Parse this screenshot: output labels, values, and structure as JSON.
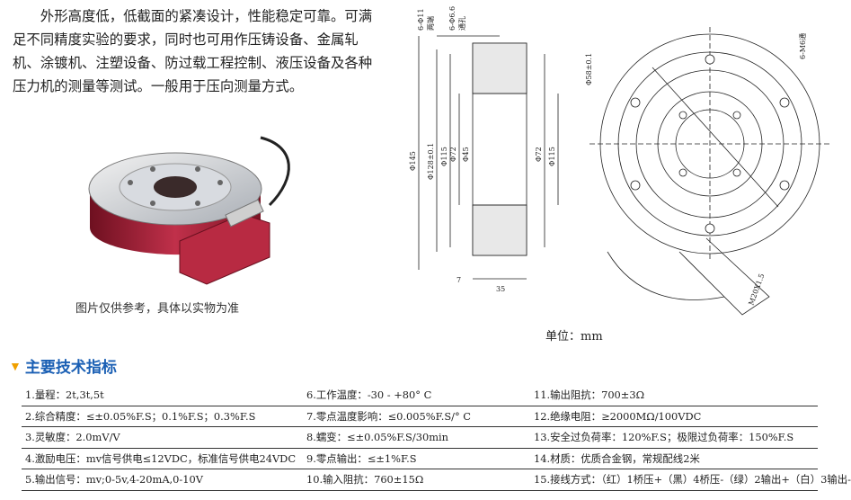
{
  "description": "外形高度低，低截面的紧凑设计，性能稳定可靠。可满足不同精度实验的要求，同时也可用作压铸设备、金属轧机、涂镀机、注塑设备、防过载工程控制、液压设备及各种压力机的测量等测试。一般用于压向测量方式。",
  "photo_caption": "图片仅供参考，具体以实物为准",
  "unit_label": "单位：mm",
  "section_title": "主要技术指标",
  "drawing": {
    "top_labels": [
      "6-Φ11",
      "两端",
      "6-Φ6.6",
      "通孔"
    ],
    "left_dims": [
      "Φ145",
      "Φ128±0.1",
      "Φ115",
      "Φ72",
      "Φ45"
    ],
    "right_dims": [
      "Φ72",
      "Φ115"
    ],
    "bottom_dims": [
      "7",
      "35"
    ],
    "circle_label": "Φ58±0.1",
    "thread_label": "6-M6通",
    "cable_label": "M20X1.5"
  },
  "specs": {
    "col1": [
      "1.量程：2t,3t,5t",
      "2.综合精度：≤±0.05%F.S；0.1%F.S；0.3%F.S",
      "3.灵敏度：2.0mV/V",
      "4.激励电压：mv信号供电≤12VDC，标准信号供电24VDC",
      "5.输出信号：mv;0-5v,4-20mA,0-10V"
    ],
    "col2": [
      "6.工作温度：-30 - +80° C",
      "7.零点温度影响：≤0.005%F.S/° C",
      "8.蠕变：≤±0.05%F.S/30min",
      "9.零点输出：≤±1%F.S",
      "10.输入阻抗：760±15Ω"
    ],
    "col3": [
      "11.输出阻抗：700±3Ω",
      "12.绝缘电阻：≥2000MΩ/100VDC",
      "13.安全过负荷率：120%F.S；极限过负荷率：150%F.S",
      "14.材质：优质合金钢，常规配线2米",
      "15.接线方式：（红）1桥压+（黑）4桥压-（绿）2输出+（白）3输出-"
    ]
  }
}
